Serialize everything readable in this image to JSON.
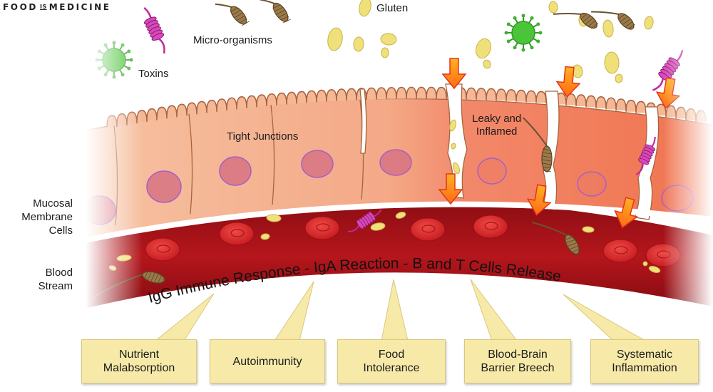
{
  "brand": {
    "logo_left": "FOOD",
    "logo_mid": "IS",
    "logo_right": "MEDICINE"
  },
  "labels": {
    "micro_organisms": "Micro-organisms",
    "toxins": "Toxins",
    "gluten": "Gluten",
    "tight_junctions": "Tight Junctions",
    "leaky": "Leaky and\nInflamed",
    "mucosal": "Mucosal\nMembrane\nCells",
    "blood": "Blood\nStream"
  },
  "immune_banner": "IgG Immune Response - IgA Reaction - B and T Cells Release",
  "outcomes": [
    {
      "label": "Nutrient\nMalabsorption"
    },
    {
      "label": "Autoimmunity"
    },
    {
      "label": "Food\nIntolerance"
    },
    {
      "label": "Blood-Brain\nBarrier Breech"
    },
    {
      "label": "Systematic\nInflammation"
    }
  ],
  "colors": {
    "healthy_cell": "#f5b896",
    "inflamed_cell": "#f07a57",
    "nucleus": "#d77382",
    "blood": "#b0141b",
    "rbc": "#de2b30",
    "gluten": "#efe07a",
    "arrow": "#ff8a1c",
    "callout": "#f7eaa9",
    "virus": "#4cc43a",
    "toxin": "#c2279f",
    "bacteria": "#8b6a3e"
  }
}
